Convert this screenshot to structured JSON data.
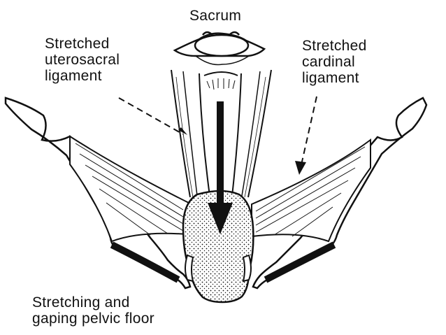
{
  "labels": {
    "sacrum": "Sacrum",
    "uterosacral": [
      "Stretched",
      "uterosacral",
      "ligament"
    ],
    "cardinal": [
      "Stretched",
      "cardinal",
      "ligament"
    ],
    "pelvic_floor": [
      "Stretching and",
      "gaping pelvic floor"
    ]
  },
  "colors": {
    "ink": "#111111",
    "background": "#ffffff"
  }
}
